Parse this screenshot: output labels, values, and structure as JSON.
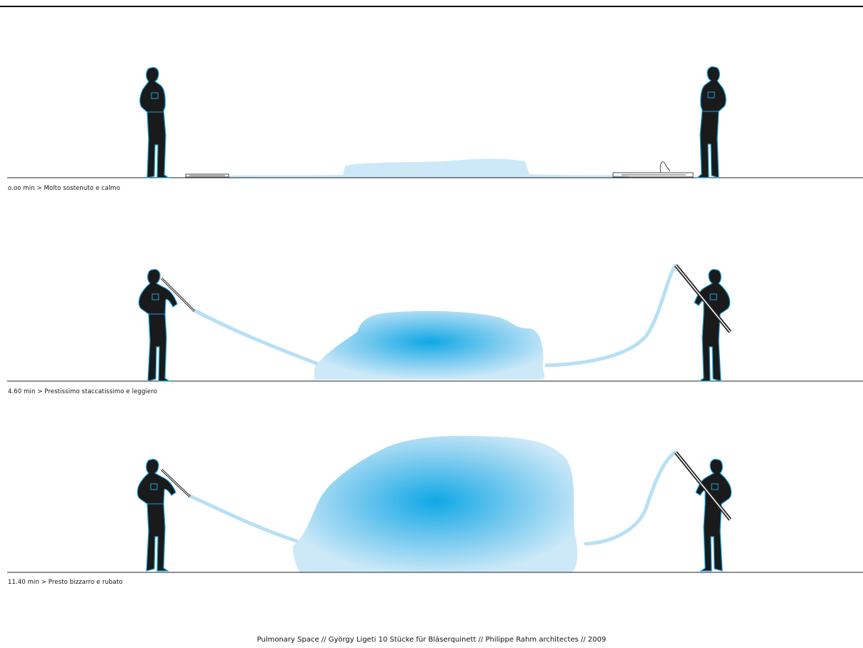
{
  "stages": [
    {
      "label": "o.oo min > Molto sostenuto e calmo"
    },
    {
      "label": "4.60 min > Prestissimo staccatissimo e leggiero"
    },
    {
      "label": "11.40 min > Presto bizzarro e rubato"
    }
  ],
  "caption": "Pulmonary Space // György Ligeti 10 Stücke für Bläserquinett // Philippe Rahm architectes // 2009",
  "colors": {
    "figure": "#1a1a1a",
    "figure_outline": "#19a3dc",
    "air_center": "#0fa8e6",
    "air_edge": "#cde9f8"
  }
}
